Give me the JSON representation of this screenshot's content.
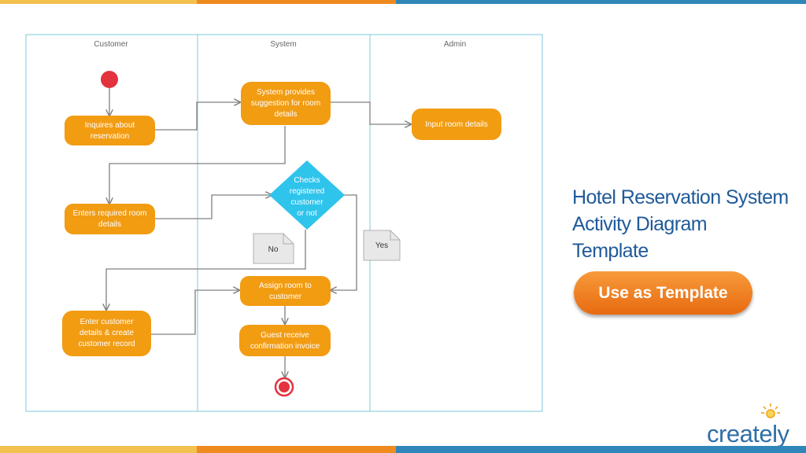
{
  "lanes": [
    "Customer",
    "System",
    "Admin"
  ],
  "nodes": {
    "inquire": [
      "Inquires about",
      "reservation"
    ],
    "suggest": [
      "System provides",
      "suggestion for room",
      "details"
    ],
    "input": [
      "Input room details"
    ],
    "enters": [
      "Enters required room",
      "details"
    ],
    "checks": [
      "Checks",
      "registered",
      "customer",
      "or not"
    ],
    "assign": [
      "Assign room to",
      "customer"
    ],
    "enterCust": [
      "Enter customer",
      "details & create",
      "customer record"
    ],
    "guest": [
      "Guest receive",
      "confirmation invoice"
    ]
  },
  "notes": {
    "no": "No",
    "yes": "Yes"
  },
  "title_lines": [
    "Hotel Reservation System",
    "Activity Diagram",
    "Template"
  ],
  "cta_label": "Use as Template",
  "logo_text": "creately",
  "colors": {
    "action": "#f29c12",
    "decision": "#2ec4ec",
    "start": "#e3323e",
    "lane_border": "#7cc8d8",
    "arrow": "#808080",
    "title": "#1f5a99"
  }
}
